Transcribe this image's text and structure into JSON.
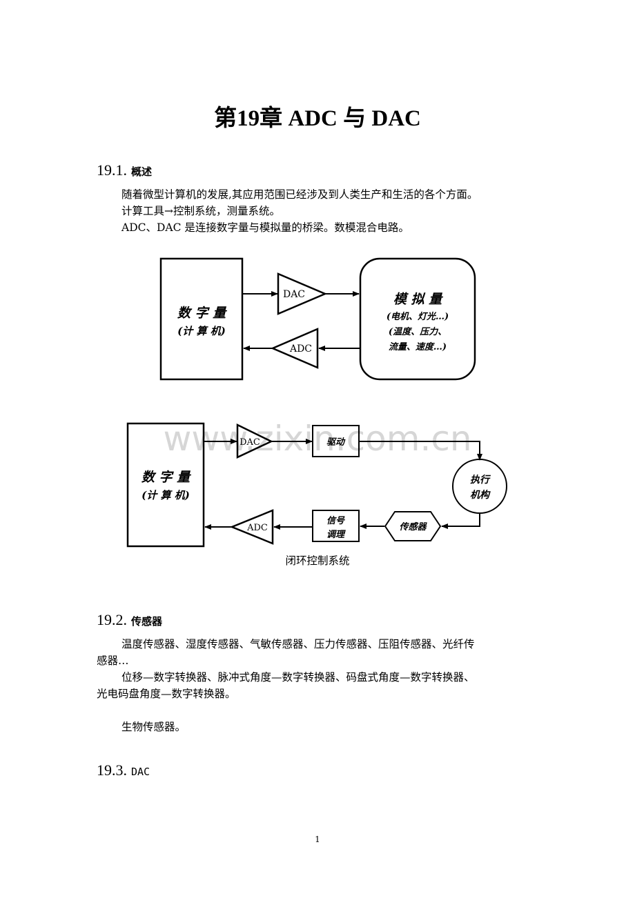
{
  "document": {
    "title": "第19章 ADC 与 DAC",
    "page_number": "1",
    "watermark": "www.zixin.com.cn"
  },
  "sections": [
    {
      "number": "19.1.",
      "heading": "概述",
      "paragraphs": [
        "随着微型计算机的发展,其应用范围已经涉及到人类生产和生活的各个方面。",
        "计算工具→控制系统，测量系统。",
        "ADC、DAC 是连接数字量与模拟量的桥梁。数模混合电路。"
      ]
    },
    {
      "number": "19.2.",
      "heading": "传感器",
      "paragraphs": [
        "温度传感器、湿度传感器、气敏传感器、压力传感器、压阻传感器、光纤传",
        "感器…",
        "位移—数字转换器、脉冲式角度—数字转换器、码盘式角度—数字转换器、",
        "光电码盘角度—数字转换器。",
        "生物传感器。"
      ]
    },
    {
      "number": "19.3.",
      "heading": "DAC",
      "paragraphs": []
    }
  ],
  "diagram1": {
    "digital_box": [
      "数 字 量",
      "(计 算 机)"
    ],
    "dac_label": "DAC",
    "adc_label": "ADC",
    "analog_box": [
      "模 拟 量",
      "(电机、灯光…)",
      "(温度、压力、",
      "流量、速度…)"
    ]
  },
  "diagram2": {
    "digital_box": [
      "数 字 量",
      "(计 算 机)"
    ],
    "dac_label": "DAC",
    "adc_label": "ADC",
    "driver_label": "驱动",
    "actuator_label": [
      "执行",
      "机构"
    ],
    "sensor_label": "传感器",
    "conditioning_label": [
      "信号",
      "调理"
    ],
    "caption": "闭环控制系统"
  }
}
